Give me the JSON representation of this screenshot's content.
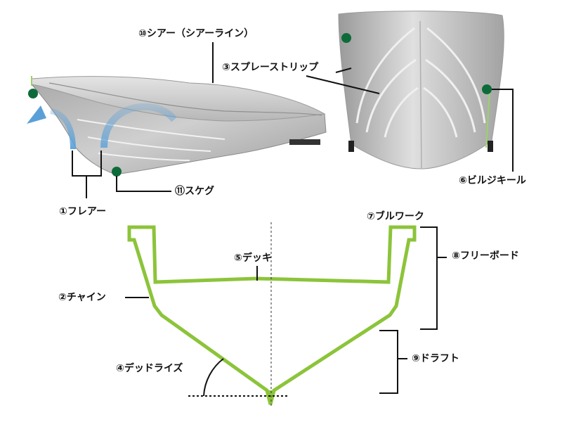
{
  "labels": {
    "flare": "①フレアー",
    "chine": "②チャイン",
    "spray_strip": "③スプレーストリップ",
    "deadrise": "④デッドライズ",
    "deck": "⑤デッキ",
    "bilge_keel": "⑥ビルジキール",
    "bulwark": "⑦ブルワーク",
    "freeboard": "⑧フリーボード",
    "draft": "⑨ドラフト",
    "sheer": "⑩シアー（シアーライン）",
    "skeg": "⑪スケグ"
  },
  "colors": {
    "hull_section": "#8cc43a",
    "marker": "#0d6b3a",
    "flare_arrow": "#5aa0d8",
    "hull_gray": "#bcbcbc"
  }
}
